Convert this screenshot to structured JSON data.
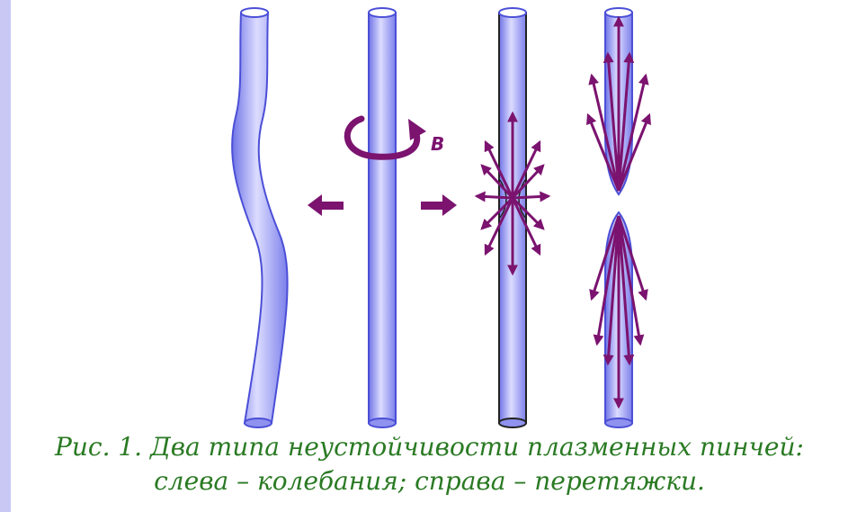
{
  "figure": {
    "field_label": "B",
    "caption_line1": "Рис. 1. Два типа неустойчивости плазменных пинчей:",
    "caption_line2": "слева – колебания; справа – перетяжки."
  },
  "colors": {
    "border": "#c9c8f5",
    "tube_fill": "#8f92ee",
    "tube_highlight": "#dcdcff",
    "tube_outline": "#4b4fd6",
    "arrow": "#7b136f",
    "caption": "#2a7a23"
  }
}
